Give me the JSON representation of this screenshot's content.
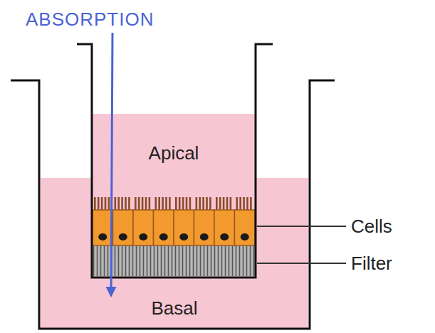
{
  "diagram": {
    "nodes": [
      {
        "text": [
          "Basal"
        ]
      },
      {
        "text": [
          "Apical"
        ],
        "in": 0
      }
    ],
    "labels": [
      "ABSORPTION",
      "Cells",
      "Filter"
    ]
  }
}
